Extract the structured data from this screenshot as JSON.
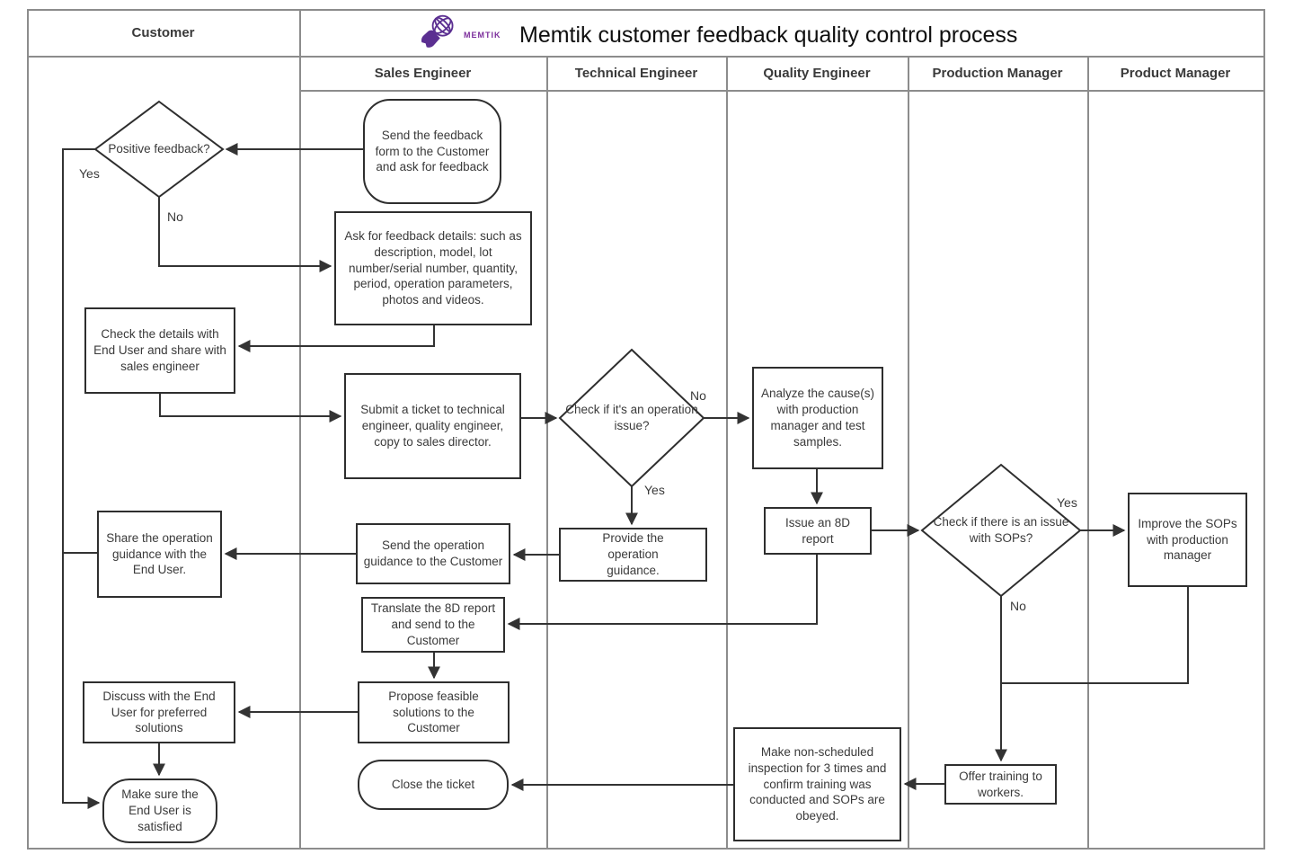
{
  "header": {
    "customer_lane": "Customer",
    "logo_text": "MEMTIK",
    "title": "Memtik customer feedback quality control process",
    "lanes": [
      {
        "label": "Sales Engineer"
      },
      {
        "label": "Technical Engineer"
      },
      {
        "label": "Quality Engineer"
      },
      {
        "label": "Production Manager"
      },
      {
        "label": "Product Manager"
      }
    ]
  },
  "nodes": {
    "positive_feedback_decision": "Positive feedback?",
    "send_feedback_form": "Send the feedback form to the Customer and ask for feedback",
    "ask_feedback_details": "Ask for feedback details: such as description, model, lot number/serial number, quantity, period, operation parameters, photos and videos.",
    "check_details_with_end_user": "Check the details with End User and share with sales engineer",
    "submit_ticket": "Submit a ticket to technical engineer, quality engineer, copy to sales director.",
    "operation_issue_decision": "Check if it's an operation issue?",
    "analyze_causes": "Analyze the cause(s) with production manager and test samples.",
    "issue_8d_report": "Issue an 8D report",
    "sops_issue_decision": "Check if there is an issue with SOPs?",
    "improve_sops": "Improve the SOPs with production manager",
    "share_operation_guidance": "Share the operation guidance with the End User.",
    "send_operation_guidance": "Send the operation guidance to the Customer",
    "provide_operation_guidance": "Provide the operation guidance.",
    "translate_8d_report": "Translate the 8D report and send to the Customer",
    "propose_solutions": "Propose feasible solutions to the Customer",
    "discuss_preferred_solutions": "Discuss with the End User for preferred solutions",
    "make_sure_satisfied": "Make sure the End User is satisfied",
    "close_ticket": "Close the ticket",
    "non_scheduled_inspection": "Make non-scheduled inspection for 3 times and confirm training was conducted and SOPs are obeyed.",
    "offer_training": "Offer training to workers."
  },
  "edge_labels": {
    "positive_yes": "Yes",
    "positive_no": "No",
    "operation_no": "No",
    "operation_yes": "Yes",
    "sops_yes": "Yes",
    "sops_no": "No"
  },
  "colors": {
    "logo_purple": "#5b2f91",
    "line_dark": "#333333",
    "lane_border": "#8c8c8c"
  }
}
